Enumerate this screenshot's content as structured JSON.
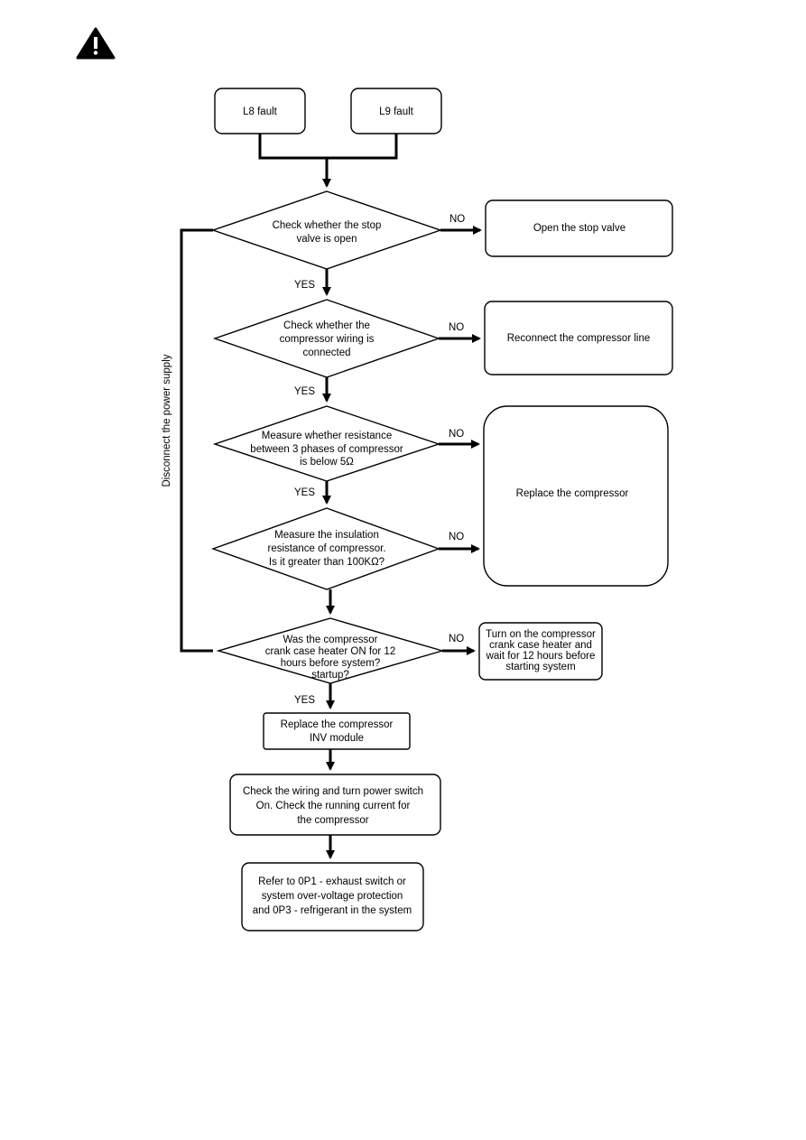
{
  "header": {
    "warning_icon": "warning-triangle-icon"
  },
  "flow": {
    "start": [
      "L8 fault",
      "L9 fault"
    ],
    "q1": [
      "Check whether the stop",
      "valve is open"
    ],
    "a1": [
      "Open the stop valve"
    ],
    "q2": [
      "Check whether the",
      "compressor wiring is",
      "connected"
    ],
    "a2": [
      "Reconnect the compressor line"
    ],
    "q3": [
      "Measure whether resistance",
      "between 3 phases of compressor",
      "is below 5Ω"
    ],
    "a3": [
      "Replace the compressor"
    ],
    "q4": [
      "Measure the insulation",
      "resistance of compressor.",
      "Is it greater than 100KΩ?"
    ],
    "q5": [
      "Was the compressor",
      "crank case heater ON for 12",
      "hours before system?",
      "startup?"
    ],
    "a5": [
      "Turn on the compressor",
      "crank case heater and",
      "wait for 12 hours before",
      "starting system"
    ],
    "s1": [
      "Replace the compressor",
      "INV module"
    ],
    "s2": [
      "Check the wiring and turn power switch",
      "On. Check the running current for",
      "the compressor"
    ],
    "s3": [
      "Refer to 0P1 - exhaust switch or",
      "system over-voltage protection",
      "and 0P3 - refrigerant in the system"
    ],
    "side": "Disconnect the power supply",
    "yes": "YES",
    "no": "NO"
  }
}
